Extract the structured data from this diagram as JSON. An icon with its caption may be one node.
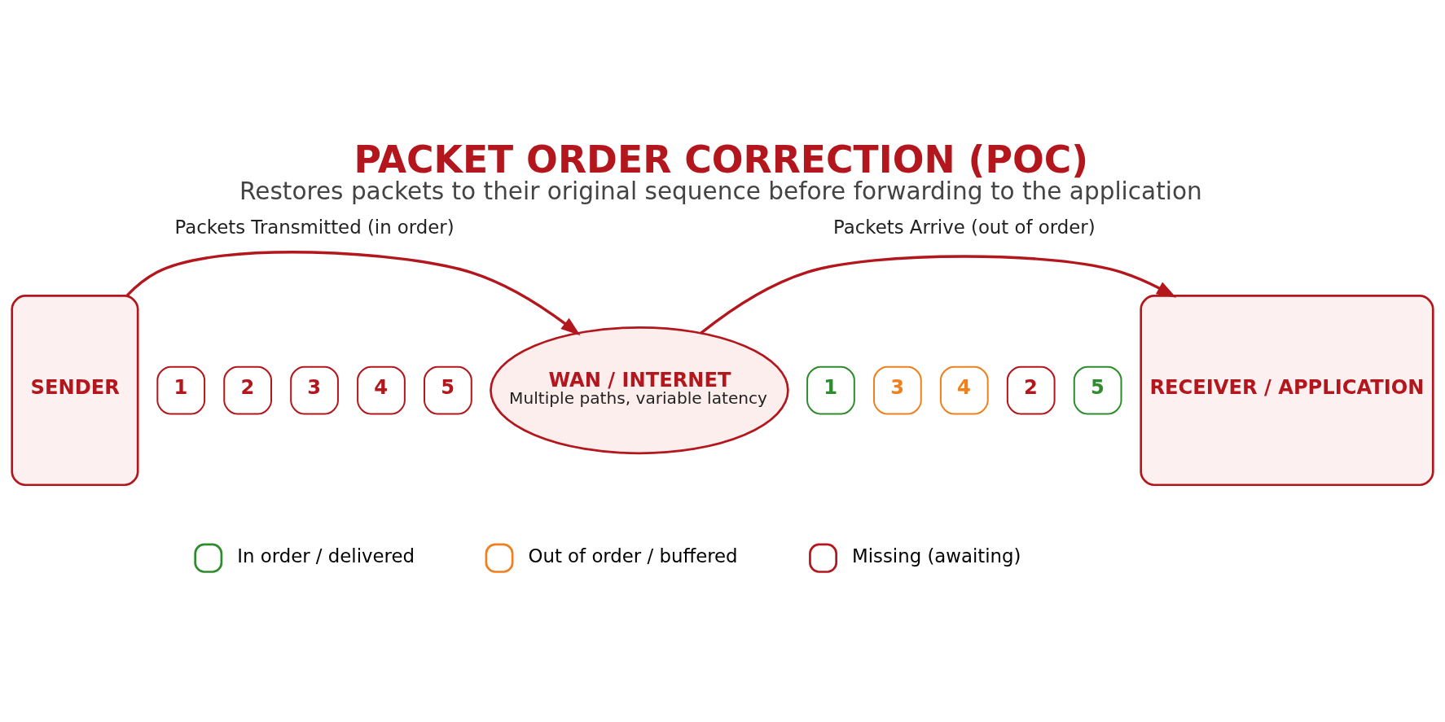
{
  "diagram": {
    "title": "PACKET ORDER CORRECTION (POC)",
    "caption": "Restores packets to their original sequence before forwarding to the application",
    "nodes": [
      {
        "text": [
          "SENDER"
        ]
      },
      {
        "text": [
          "1"
        ]
      },
      {
        "text": [
          "2"
        ]
      },
      {
        "text": [
          "3"
        ]
      },
      {
        "text": [
          "4"
        ]
      },
      {
        "text": [
          "5"
        ]
      },
      {
        "text": [
          "WAN / INTERNET",
          "Multiple paths, variable latency"
        ]
      },
      {
        "text": [
          "1"
        ]
      },
      {
        "text": [
          "3"
        ]
      },
      {
        "text": [
          "4"
        ]
      },
      {
        "text": [
          "2"
        ]
      },
      {
        "text": [
          "5"
        ]
      },
      {
        "text": [
          "RECEIVER / APPLICATION"
        ]
      }
    ],
    "edges": [
      {
        "from": 0,
        "to": 6,
        "arrow": "to"
      },
      {
        "from": 6,
        "to": 12,
        "arrow": "to"
      }
    ],
    "labels": [
      "Packets Transmitted (in order)",
      "Packets Arrive (out of order)"
    ],
    "legend": [
      {
        "text": "In order / delivered",
        "color": "#2e8b2e"
      },
      {
        "text": "Out of order / buffered",
        "color": "#f07f1e"
      },
      {
        "text": "Missing (awaiting)",
        "color": "#b3171d"
      }
    ]
  }
}
